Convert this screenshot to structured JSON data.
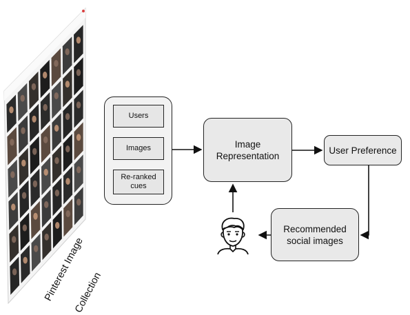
{
  "collection": {
    "caption_line1": "Pinterest Image",
    "caption_line2": "Collection"
  },
  "inputs": {
    "items": [
      "Users",
      "Images",
      "Re-ranked\ncues"
    ]
  },
  "nodes": {
    "image_representation": "Image\nRepresentation",
    "user_preference": "User Preference",
    "recommended": "Recommended\nsocial images"
  },
  "icons": {
    "user": "user-face-icon"
  },
  "colors": {
    "box_fill": "#e9e9e9",
    "stroke": "#222222"
  }
}
